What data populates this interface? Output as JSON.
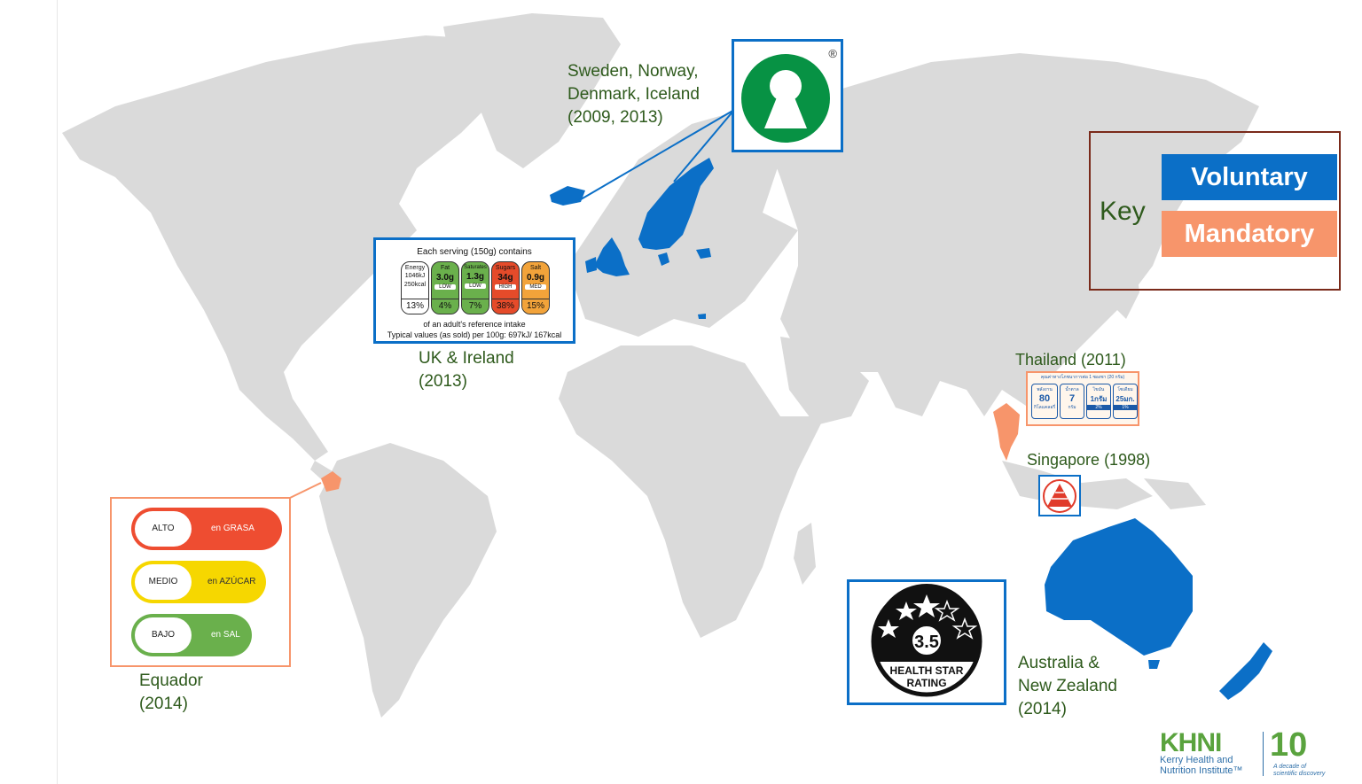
{
  "legend": {
    "title": "Key",
    "voluntary": {
      "label": "Voluntary",
      "color": "#0b6fc7"
    },
    "mandatory": {
      "label": "Mandatory",
      "color": "#f7956b"
    }
  },
  "annotations": {
    "nordic": {
      "line1": "Sweden, Norway,",
      "line2": "Denmark, Iceland",
      "line3": "(2009, 2013)"
    },
    "uk": {
      "line1": "UK & Ireland",
      "line2": "(2013)"
    },
    "thailand": {
      "line1": "Thailand (2011)"
    },
    "singapore": {
      "line1": "Singapore (1998)"
    },
    "australia": {
      "line1": "Australia &",
      "line2": "New Zealand",
      "line3": "(2014)"
    },
    "ecuador": {
      "line1": "Equador",
      "line2": "(2014)"
    }
  },
  "keyhole_label": {
    "icon": "keyhole-logo",
    "mark": "®",
    "color": "#079244"
  },
  "uk_label": {
    "title": "Each serving (150g) contains",
    "energy": {
      "name": "Energy",
      "kj": "1046kJ",
      "kcal": "250kcal",
      "percent": "13%"
    },
    "nutrients": [
      {
        "name": "Fat",
        "value": "3.0g",
        "level": "LOW",
        "percent": "4%",
        "color": "#6ab04c"
      },
      {
        "name": "Saturates",
        "value": "1.3g",
        "level": "LOW",
        "percent": "7%",
        "color": "#6ab04c"
      },
      {
        "name": "Sugars",
        "value": "34g",
        "level": "HIGH",
        "percent": "38%",
        "color": "#e54b2a"
      },
      {
        "name": "Salt",
        "value": "0.9g",
        "level": "MED",
        "percent": "15%",
        "color": "#f2a33a"
      }
    ],
    "footer1": "of an adult's reference intake",
    "footer2": "Typical values (as sold) per 100g: 697kJ/ 167kcal"
  },
  "ecuador_label": {
    "rows": [
      {
        "level": "ALTO",
        "nutrient": "en GRASA",
        "color": "#ee4d31"
      },
      {
        "level": "MEDIO",
        "nutrient": "en AZÚCAR",
        "color": "#f6d700"
      },
      {
        "level": "BAJO",
        "nutrient": "en SAL",
        "color": "#6ab04c"
      }
    ]
  },
  "thailand_label": {
    "header": "คุณค่าทางโภชนาการต่อ 1 ซองชา (20 กรัม)",
    "cells": [
      {
        "label": "พลังงาน",
        "value": "80",
        "unit": "กิโลแคลอรี่"
      },
      {
        "label": "น้ำตาล",
        "value": "7",
        "unit": "กรัม"
      },
      {
        "label": "ไขมัน",
        "value": "1กรัม",
        "unit": "2%"
      },
      {
        "label": "โซเดียม",
        "value": "25มก.",
        "unit": "1%"
      }
    ]
  },
  "health_star": {
    "rating": "3.5",
    "line1": "HEALTH STAR",
    "line2": "RATING",
    "stars_filled": 3.5,
    "stars_total": 5
  },
  "singapore_label": {
    "icon": "healthier-choice-pyramid-icon"
  },
  "logo": {
    "name": "KHNI",
    "line1": "Kerry Health and",
    "line2": "Nutrition Institute™",
    "anniversary": "10",
    "tag1": "A decade of",
    "tag2": "scientific discovery"
  }
}
